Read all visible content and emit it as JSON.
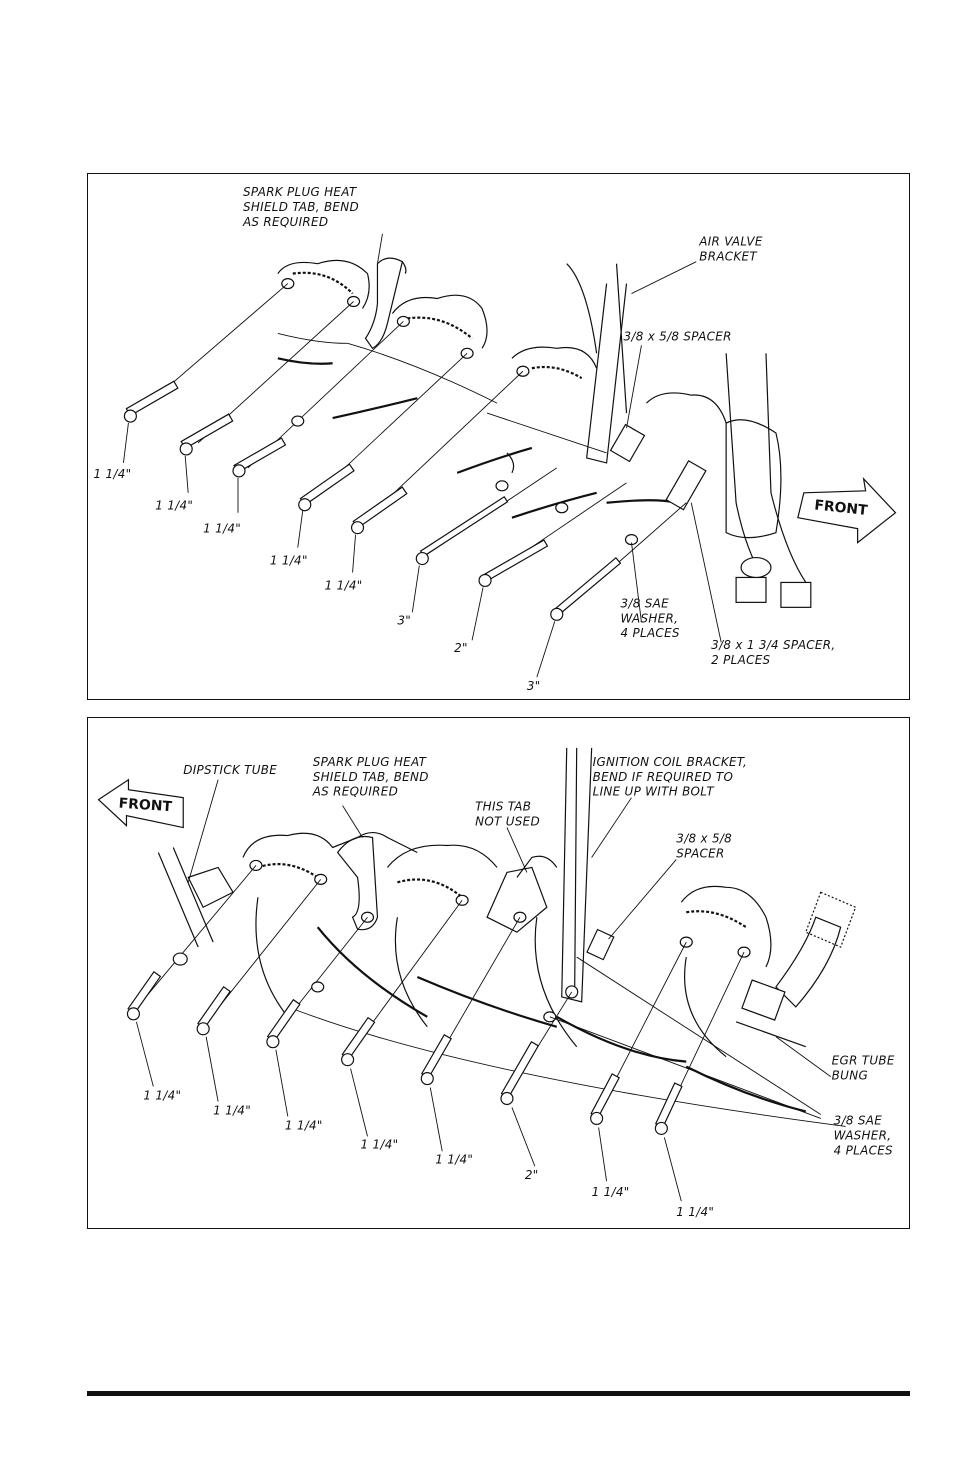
{
  "top_diagram": {
    "labels": {
      "heat_shield_1": "SPARK PLUG HEAT",
      "heat_shield_2": "SHIELD TAB, BEND",
      "heat_shield_3": "AS REQUIRED",
      "air_valve_1": "AIR VALVE",
      "air_valve_2": "BRACKET",
      "spacer_58": "3/8 x 5/8 SPACER",
      "front": "FRONT",
      "washer_1": "3/8 SAE",
      "washer_2": "WASHER,",
      "washer_3": "4 PLACES",
      "spacer_134_1": "3/8 x 1 3/4 SPACER,",
      "spacer_134_2": "2 PLACES"
    },
    "bolts": [
      "1 1/4\"",
      "1 1/4\"",
      "1 1/4\"",
      "1 1/4\"",
      "1 1/4\"",
      "3\"",
      "2\"",
      "3\""
    ]
  },
  "bottom_diagram": {
    "labels": {
      "dipstick": "DIPSTICK TUBE",
      "heat_shield_1": "SPARK PLUG HEAT",
      "heat_shield_2": "SHIELD TAB, BEND",
      "heat_shield_3": "AS REQUIRED",
      "tab_unused_1": "THIS TAB",
      "tab_unused_2": "NOT USED",
      "coil_1": "IGNITION COIL BRACKET,",
      "coil_2": "BEND IF REQUIRED TO",
      "coil_3": "LINE UP WITH BOLT",
      "spacer_1": "3/8 x 5/8",
      "spacer_2": "SPACER",
      "front": "FRONT",
      "egr_1": "EGR TUBE",
      "egr_2": "BUNG",
      "washer_1": "3/8 SAE",
      "washer_2": "WASHER,",
      "washer_3": "4 PLACES"
    },
    "bolts": [
      "1 1/4\"",
      "1 1/4\"",
      "1 1/4\"",
      "1 1/4\"",
      "1 1/4\"",
      "2\"",
      "1 1/4\"",
      "1 1/4\""
    ]
  }
}
